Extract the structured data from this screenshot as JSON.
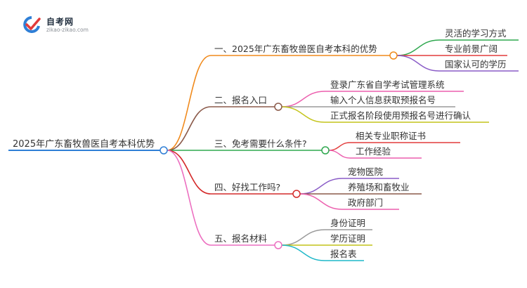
{
  "logo": {
    "title": "自考网",
    "subtitle": "zikao-zikao.com",
    "colors": {
      "red": "#e23b3b",
      "blue": "#2f7fd6",
      "gray": "#cfd3d8"
    }
  },
  "root": {
    "label": "2025年广东畜牧兽医自考本科优势",
    "color": "#2f7fd6"
  },
  "branches": [
    {
      "label": "一、2025年广东畜牧兽医自考本科的优势",
      "color": "#f08a1c",
      "children": [
        {
          "label": "灵活的学习方式",
          "color": "#2fa84f"
        },
        {
          "label": "专业前景广阔",
          "color": "#e23b3b"
        },
        {
          "label": "国家认可的学历",
          "color": "#8a5cc7"
        }
      ]
    },
    {
      "label": "二、报名入口",
      "color": "#8b5a4a",
      "children": [
        {
          "label": "登录广东省自学考试管理系统",
          "color": "#ec5fae"
        },
        {
          "label": "输入个人信息获取预报名号",
          "color": "#9a9a9a"
        },
        {
          "label": "正式报名阶段使用预报名号进行确认",
          "color": "#c4c41a"
        }
      ]
    },
    {
      "label": "三、免考需要什么条件?",
      "color": "#2fa84f",
      "children": [
        {
          "label": "相关专业职称证书",
          "color": "#e23b3b"
        },
        {
          "label": "工作经验",
          "color": "#ec5fae"
        }
      ]
    },
    {
      "label": "四、好找工作吗?",
      "color": "#d42a2a",
      "children": [
        {
          "label": "宠物医院",
          "color": "#8a5cc7"
        },
        {
          "label": "养殖场和畜牧业",
          "color": "#8b5a4a"
        },
        {
          "label": "政府部门",
          "color": "#ec5fae"
        }
      ]
    },
    {
      "label": "五、报名材料",
      "color": "#ec6fc0",
      "children": [
        {
          "label": "身份证明",
          "color": "#9a9a9a"
        },
        {
          "label": "学历证明",
          "color": "#c4c41a"
        },
        {
          "label": "报名表",
          "color": "#1fb8c9"
        }
      ]
    }
  ]
}
